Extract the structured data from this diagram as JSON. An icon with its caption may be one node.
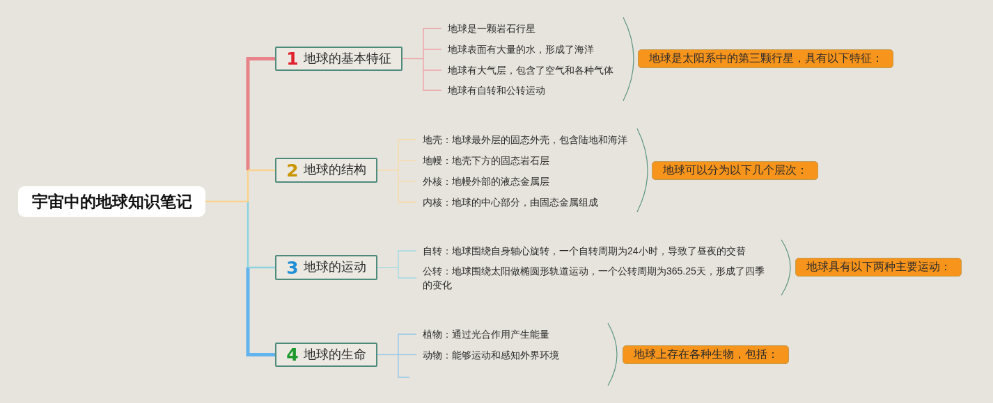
{
  "diagram": {
    "nodes": [
      {
        "text": [
          "宇宙中的地球知识笔记"
        ]
      },
      {
        "text": [
          "1",
          "地球的基本特征"
        ]
      },
      {
        "text": [
          "地球是一颗岩石行星"
        ]
      },
      {
        "text": [
          "地球表面有大量的水，形成了海洋"
        ]
      },
      {
        "text": [
          "地球有大气层，包含了空气和各种气体"
        ]
      },
      {
        "text": [
          "地球有自转和公转运动"
        ]
      },
      {
        "text": [
          "地球是太阳系中的第三颗行星，具有以下特征："
        ]
      },
      {
        "text": [
          "2",
          "地球的结构"
        ]
      },
      {
        "text": [
          "地壳：地球最外层的固态外壳，包含陆地和海洋"
        ]
      },
      {
        "text": [
          "地幔：地壳下方的固态岩石层"
        ]
      },
      {
        "text": [
          "外核：地幔外部的液态金属层"
        ]
      },
      {
        "text": [
          "内核：地球的中心部分，由固态金属组成"
        ]
      },
      {
        "text": [
          "地球可以分为以下几个层次："
        ]
      },
      {
        "text": [
          "3",
          "地球的运动"
        ]
      },
      {
        "text": [
          "自转：地球围绕自身轴心旋转，一个自转周期为24小时，导致了昼夜的交替"
        ]
      },
      {
        "text": [
          "公转：地球围绕太阳做椭圆形轨道运动，一个公转周期为365.25天，形成了四季的变化"
        ]
      },
      {
        "text": [
          "地球具有以下两种主要运动："
        ]
      },
      {
        "text": [
          "4",
          "地球的生命"
        ]
      },
      {
        "text": [
          "植物：通过光合作用产生能量"
        ]
      },
      {
        "text": [
          "动物：能够运动和感知外界环境"
        ]
      },
      {
        "text": [
          "地球上存在各种生物，包括："
        ]
      }
    ],
    "edges": [
      {
        "from": 0,
        "to": 1,
        "arrow": "none",
        "style": "thick",
        "color": "#e8838a"
      },
      {
        "from": 0,
        "to": 7,
        "arrow": "none",
        "color": "#f8d28e"
      },
      {
        "from": 0,
        "to": 13,
        "arrow": "none",
        "color": "#8dd3df"
      },
      {
        "from": 0,
        "to": 17,
        "arrow": "none",
        "style": "thick",
        "color": "#62b3ee"
      },
      {
        "from": 1,
        "to": 2,
        "arrow": "none",
        "color": "#ee9da1"
      },
      {
        "from": 1,
        "to": 3,
        "arrow": "none",
        "color": "#ee9da1"
      },
      {
        "from": 1,
        "to": 4,
        "arrow": "none",
        "color": "#ee9da1"
      },
      {
        "from": 1,
        "to": 5,
        "arrow": "none",
        "color": "#ee9da1"
      },
      {
        "from": 7,
        "to": 8,
        "arrow": "none",
        "color": "#f8d9a3"
      },
      {
        "from": 7,
        "to": 9,
        "arrow": "none",
        "color": "#f8d9a3"
      },
      {
        "from": 7,
        "to": 10,
        "arrow": "none",
        "color": "#f8d9a3"
      },
      {
        "from": 7,
        "to": 11,
        "arrow": "none",
        "color": "#f8d9a3"
      },
      {
        "from": 13,
        "to": 14,
        "arrow": "none",
        "color": "#9ed8e3"
      },
      {
        "from": 13,
        "to": 15,
        "arrow": "none",
        "color": "#9ed8e3"
      },
      {
        "from": 17,
        "to": 18,
        "arrow": "none",
        "color": "#92c6ea"
      },
      {
        "from": 17,
        "to": 19,
        "arrow": "none",
        "color": "#92c6ea"
      },
      {
        "from": 17,
        "to": null,
        "arrow": "none",
        "color": "#92c6ea"
      }
    ]
  }
}
